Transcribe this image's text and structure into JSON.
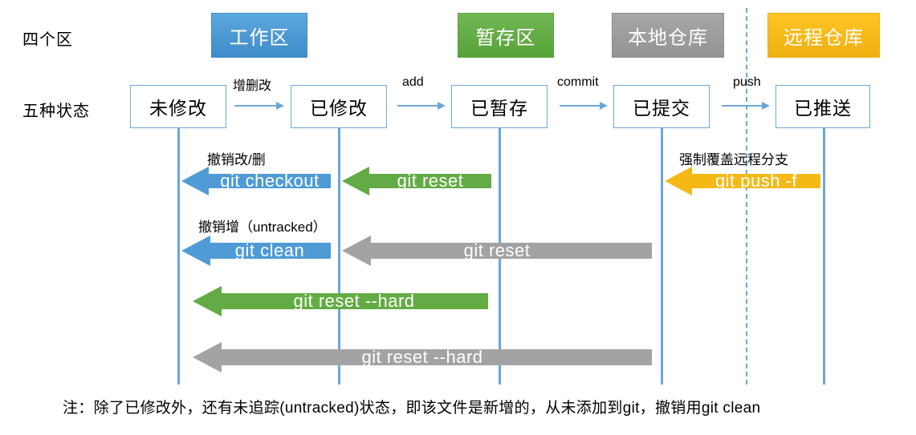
{
  "diagram": {
    "row_labels": {
      "zones": "四个区",
      "states": "五种状态"
    },
    "zones": [
      {
        "label": "工作区",
        "color": "#4e9bd5"
      },
      {
        "label": "暂存区",
        "color": "#63ab44"
      },
      {
        "label": "本地仓库",
        "color": "#9b9b9b"
      },
      {
        "label": "远程仓库",
        "color": "#f5b916"
      }
    ],
    "states": [
      {
        "label": "未修改"
      },
      {
        "label": "已修改"
      },
      {
        "label": "已暂存"
      },
      {
        "label": "已提交"
      },
      {
        "label": "已推送"
      }
    ],
    "forward_transitions": [
      {
        "label": "增删改"
      },
      {
        "label": "add"
      },
      {
        "label": "commit"
      },
      {
        "label": "push"
      }
    ],
    "back_transitions": [
      {
        "command": "git checkout",
        "note": "撤销改/删",
        "color": "#4e9bd5"
      },
      {
        "command": "git reset",
        "note": "",
        "color": "#63ab44"
      },
      {
        "command": "git push -f",
        "note": "强制覆盖远程分支",
        "color": "#f5b916"
      },
      {
        "command": "git clean",
        "note": "撤销增（untracked）",
        "color": "#4e9bd5"
      },
      {
        "command": "git reset",
        "note": "",
        "color": "#a3a3a3"
      },
      {
        "command": "git reset --hard",
        "note": "",
        "color": "#63ab44"
      },
      {
        "command": "git reset --hard",
        "note": "",
        "color": "#a3a3a3"
      }
    ],
    "footnote": "注：除了已修改外，还有未追踪(untracked)状态，即该文件是新增的，从未添加到git，撤销用git clean"
  }
}
